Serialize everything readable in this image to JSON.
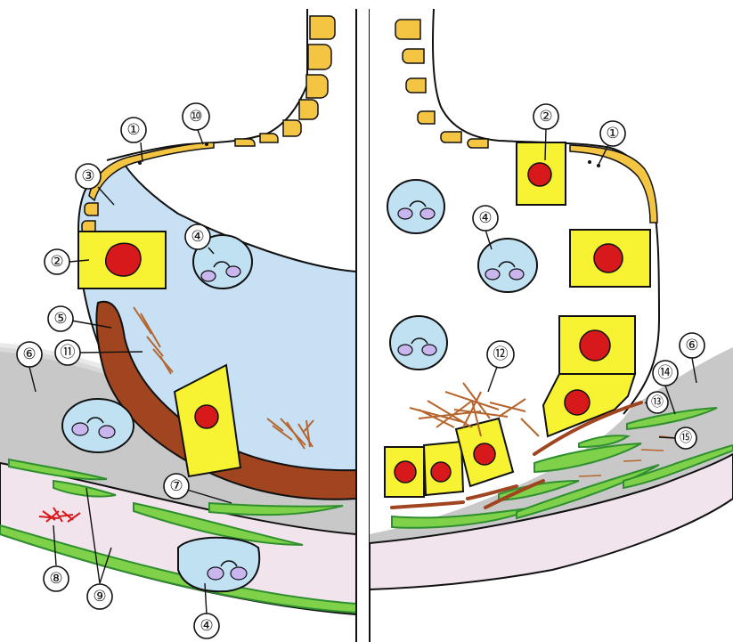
{
  "colors": {
    "lumen_fluid": "#c7e0f4",
    "type1_cell": "#f4c542",
    "type2_cell": "#f7f232",
    "nucleus": "#d7191c",
    "macrophage": "#bfe1f2",
    "macrophage_nucleus": "#c9b6ee",
    "interstitium": "#c8c8c8",
    "basement_membrane": "#a0451f",
    "capillary_green": "#7fd14a",
    "capillary_dark": "#2f8f2f",
    "pleura_pink": "#f1e4ec",
    "fibers": "#b5652d",
    "red_cells": "#d7191c"
  },
  "labels": {
    "n1": "①",
    "n2": "②",
    "n3": "③",
    "n4": "④",
    "n5": "⑤",
    "n6": "⑥",
    "n7": "⑦",
    "n8": "⑧",
    "n9": "⑨",
    "n10": "⑩",
    "n11": "⑪",
    "n12": "⑫",
    "n13": "⑬",
    "n14": "⑭",
    "n15": "⑮"
  },
  "icons": [
    "alveolus-left-panel",
    "alveolus-right-panel",
    "macrophage-cell",
    "type2-pneumocyte",
    "collagen-fibers"
  ]
}
